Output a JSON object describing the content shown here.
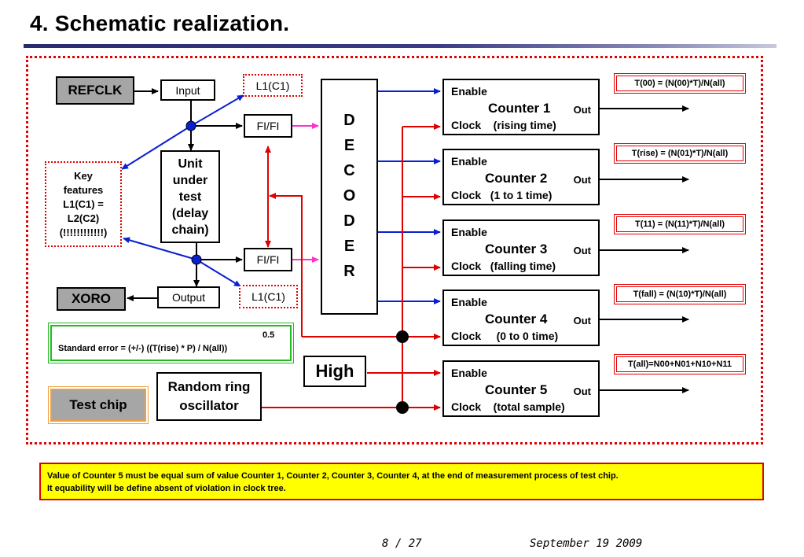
{
  "title": "4. Schematic realization.",
  "blocks": {
    "refclk": "REFCLK",
    "input": "Input",
    "l1c1_top": "L1(C1)",
    "fifi_top": "FI/FI",
    "fifi_bottom": "FI/FI",
    "l1c1_bottom": "L1(C1)",
    "xoro": "XORO",
    "output": "Output",
    "unit": [
      "Unit",
      "under",
      "test",
      "(delay",
      "chain)"
    ],
    "key_features": [
      "Key",
      "features",
      "L1(C1) =",
      "L2(C2)",
      "(!!!!!!!!!!!!)"
    ],
    "standard_error_exp": "0.5",
    "standard_error": "Standard error  = (+/-) ((T(rise) * P) / N(all))",
    "high": "High",
    "random_ring": [
      "Random ring",
      "oscillator"
    ],
    "test_chip": "Test chip",
    "decoder_letters": [
      "D",
      "E",
      "C",
      "O",
      "D",
      "E",
      "R"
    ]
  },
  "counters": [
    {
      "enable": "Enable",
      "name": "Counter 1",
      "out": "Out",
      "clock": "Clock    (rising time)"
    },
    {
      "enable": "Enable",
      "name": "Counter 2",
      "out": "Out",
      "clock": "Clock   (1 to 1 time)"
    },
    {
      "enable": "Enable",
      "name": "Counter 3",
      "out": "Out",
      "clock": "Clock   (falling time)"
    },
    {
      "enable": "Enable",
      "name": "Counter 4",
      "out": "Out",
      "clock": "Clock     (0 to 0 time)"
    },
    {
      "enable": "Enable",
      "name": "Counter 5",
      "out": "Out",
      "clock": "Clock    (total sample)"
    }
  ],
  "formulas": [
    "T(00) = (N(00)*T)/N(all)",
    "T(rise) = (N(01)*T)/N(all)",
    "T(11) = (N(11)*T)/N(all)",
    "T(fall) = (N(10)*T)/N(all)",
    "T(all)=N00+N01+N10+N11"
  ],
  "footer": [
    "Value of Counter 5 must be equal  sum of value Counter 1,  Counter 2, Counter 3, Counter 4,  at the end of measurement process of test chip.",
    "It equability will be define absent of violation in clock tree."
  ],
  "page_number": "8 / 27",
  "date": "September 19 2009",
  "colors": {
    "red": "#e00000",
    "blue": "#0a1fd0",
    "magenta": "#ff33cc",
    "gray": "#a6a6a6",
    "green": "#22bb22",
    "yellow": "#ffff00",
    "orange": "#f0a040"
  }
}
